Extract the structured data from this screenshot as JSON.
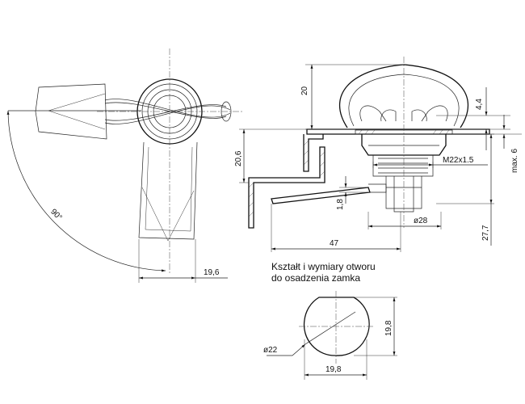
{
  "dimensions": {
    "angle": "90°",
    "left_width": "19,6",
    "handle_height": "20",
    "depth": "4,4",
    "panel_thickness": "max. 6",
    "offset_height": "20,6",
    "thread": "M22x1.5",
    "cam_thickness": "1,8",
    "flange_diameter": "ø28",
    "total_height": "27,7",
    "cam_length": "47",
    "hole_height": "19,8",
    "hole_diameter": "ø22",
    "hole_width": "19,8"
  },
  "caption": {
    "line1": "Kształt i wymiary otworu",
    "line2": "do osadzenia zamka"
  }
}
